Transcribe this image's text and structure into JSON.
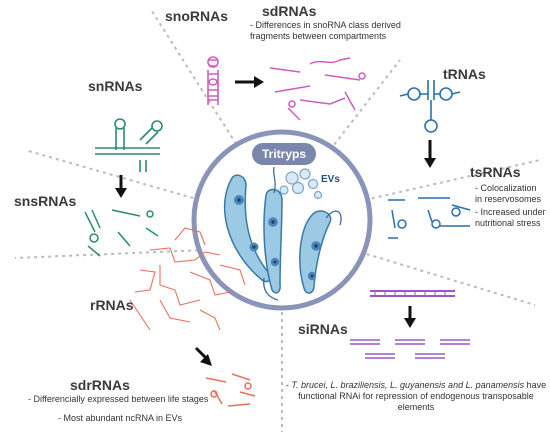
{
  "center": {
    "pill_label": "Tritryps",
    "ev_label": "EVs"
  },
  "sections": {
    "snoRNAs": {
      "title": "snoRNAs"
    },
    "sdRNAs": {
      "title": "sdRNAs",
      "note": "- Differences in snoRNA class derived fragments between compartments"
    },
    "tRNAs": {
      "title": "tRNAs"
    },
    "tsRNAs": {
      "title": "tsRNAs",
      "notes": [
        "- Colocalization in reservosomes",
        "- Increased under nutritional stress"
      ]
    },
    "snRNAs": {
      "title": "snRNAs"
    },
    "snsRNAs": {
      "title": "snsRNAs"
    },
    "rRNAs": {
      "title": "rRNAs"
    },
    "sdrRNAs": {
      "title": "sdrRNAs",
      "notes": [
        "- Differencially expressed between life stages",
        "- Most abundant ncRNA in EVs"
      ]
    },
    "siRNAs": {
      "title": "siRNAs",
      "note_species": "T. brucei, L. braziliensis, L. guyanensis and L. panamensis",
      "note_rest": "have functional RNAi for repression of endogenous transposable elements"
    }
  },
  "colors": {
    "snoRNA": "#d05bc0",
    "tRNA": "#2a6fb0",
    "snRNA": "#2a8a74",
    "rRNA": "#e8705e",
    "siRNA": "#9b59c7",
    "cell": "#9cc9e3",
    "circle_border": "#8a93b8",
    "divider": "#bbbbbb"
  }
}
